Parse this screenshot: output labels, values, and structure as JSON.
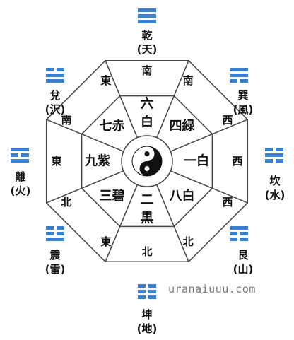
{
  "colors": {
    "trigram": "#3a7fd0",
    "line": "#444444",
    "text": "#111111"
  },
  "diagram": {
    "outer_ring": {
      "N": "南",
      "NE": [
        "南",
        "西"
      ],
      "E": "西",
      "SE": [
        "西",
        "北"
      ],
      "S": "北",
      "SW": [
        "東",
        "北"
      ],
      "W": "東",
      "NW": [
        "南",
        "東"
      ]
    },
    "inner_ring": {
      "N": [
        "六",
        "白"
      ],
      "NE": "四緑",
      "E": "一白",
      "SE": "八白",
      "S": [
        "二",
        "黒"
      ],
      "SW": "三碧",
      "W": "九紫",
      "NW": "七赤"
    },
    "center_icon": "yin-yang-icon"
  },
  "trigrams": {
    "top": {
      "name": "乾",
      "element": "(天)",
      "lines": [
        "solid",
        "solid",
        "solid"
      ]
    },
    "top_right": {
      "name": "巽",
      "element": "(風)",
      "lines": [
        "solid",
        "solid",
        "broken"
      ]
    },
    "right": {
      "name": "坎",
      "element": "(水)",
      "lines": [
        "broken",
        "solid",
        "broken"
      ]
    },
    "bottom_right": {
      "name": "艮",
      "element": "(山)",
      "lines": [
        "solid",
        "broken",
        "broken"
      ]
    },
    "bottom": {
      "name": "坤",
      "element": "(地)",
      "lines": [
        "broken",
        "broken",
        "broken"
      ]
    },
    "bottom_left": {
      "name": "震",
      "element": "(雷)",
      "lines": [
        "broken",
        "broken",
        "solid"
      ]
    },
    "left": {
      "name": "離",
      "element": "(火)",
      "lines": [
        "solid",
        "broken",
        "solid"
      ]
    },
    "top_left": {
      "name": "兌",
      "element": "(沢)",
      "lines": [
        "broken",
        "solid",
        "solid"
      ]
    }
  },
  "watermark": "uranaiuuu.com"
}
